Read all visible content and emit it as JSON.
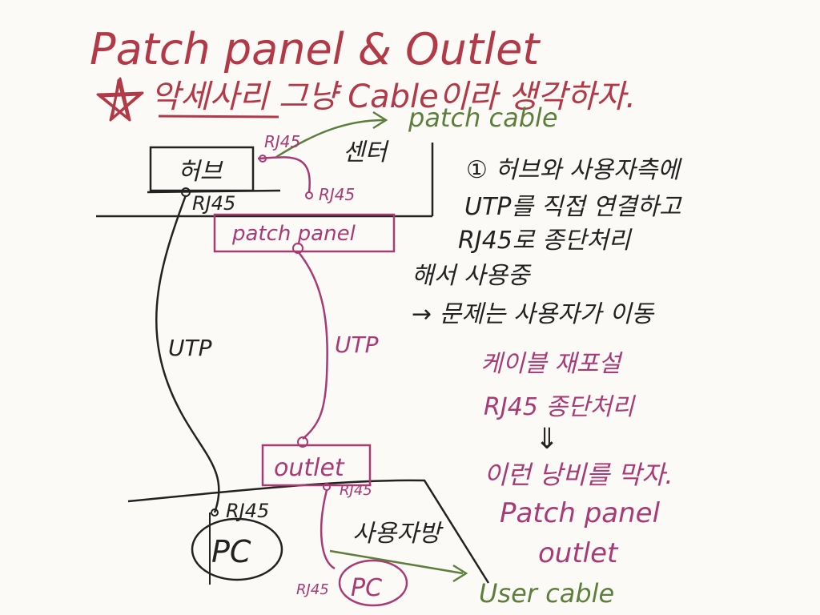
{
  "title": "Patch panel & Outlet",
  "subtitle_note": "악세사리 그냥 Cable이라 생각하자.",
  "diagram": {
    "hub_label": "허브",
    "center_label": "센터",
    "rj45_hub_top": "RJ45",
    "rj45_hub_bottom": "RJ45",
    "rj45_patch": "RJ45",
    "patch_panel_label": "patch panel",
    "patch_cable_label": "patch cable",
    "utp_left": "UTP",
    "utp_right": "UTP",
    "outlet_label": "outlet",
    "rj45_outlet": "RJ45",
    "rj45_pc": "RJ45",
    "pc_left": "PC",
    "pc_right": "PC",
    "pc_right_rj45": "RJ45",
    "user_room_label": "사용자방",
    "user_cable_label": "User cable"
  },
  "notes": {
    "line1": "① 허브와 사용자측에",
    "line2": "UTP를 직접 연결하고",
    "line3": "RJ45로 종단처리",
    "line4": "해서 사용중",
    "line5": "→ 문제는 사용자가 이동",
    "line6": "케이블 재포설",
    "line7": "RJ45 종단처리",
    "line8": "⇓",
    "line9": "이런 낭비를 막자.",
    "line10": "Patch panel",
    "line11": "outlet"
  },
  "colors": {
    "red_ink": "#b23a48",
    "black_ink": "#222222",
    "magenta_ink": "#a83a74",
    "green_ink": "#5e7f3c"
  }
}
